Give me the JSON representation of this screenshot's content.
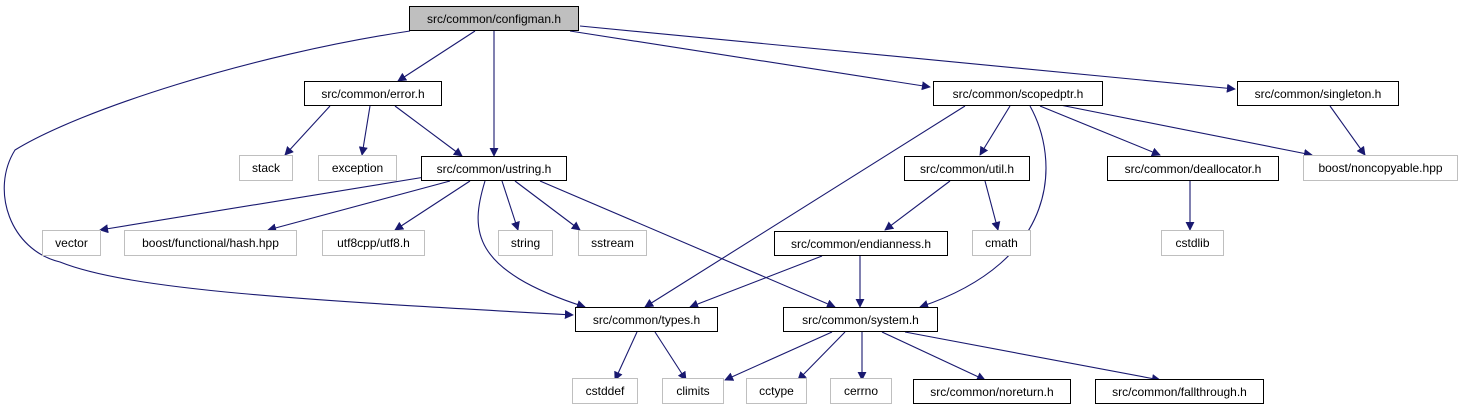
{
  "colors": {
    "edge": "#191970",
    "node_border": "#000000",
    "external_border": "#bfbfbf",
    "root_fill": "#bfbfbf"
  },
  "nodes": {
    "configman": "src/common/configman.h",
    "error": "src/common/error.h",
    "scopedptr": "src/common/scopedptr.h",
    "singleton": "src/common/singleton.h",
    "stack": "stack",
    "exception": "exception",
    "ustring": "src/common/ustring.h",
    "util": "src/common/util.h",
    "deallocator": "src/common/deallocator.h",
    "noncopyable": "boost/noncopyable.hpp",
    "vector": "vector",
    "hash": "boost/functional/hash.hpp",
    "utf8": "utf8cpp/utf8.h",
    "string": "string",
    "sstream": "sstream",
    "endianness": "src/common/endianness.h",
    "cmath": "cmath",
    "cstdlib": "cstdlib",
    "types": "src/common/types.h",
    "system": "src/common/system.h",
    "cstddef": "cstddef",
    "climits": "climits",
    "cctype": "cctype",
    "cerrno": "cerrno",
    "noreturn": "src/common/noreturn.h",
    "fallthrough": "src/common/fallthrough.h"
  }
}
